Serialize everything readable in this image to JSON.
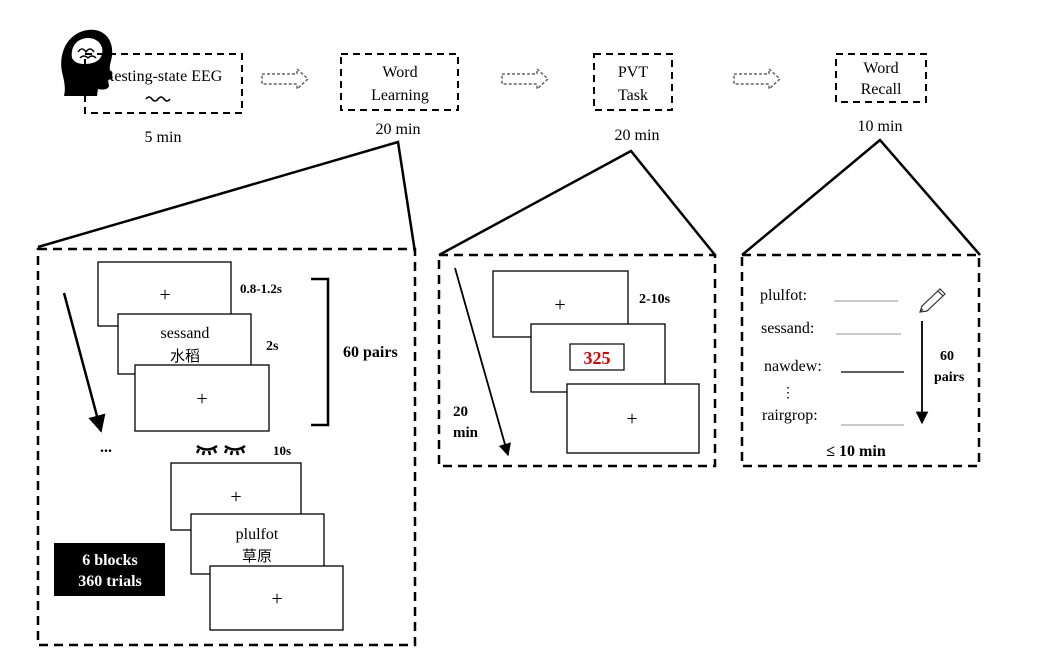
{
  "stages": [
    {
      "line1": "Resting-state EEG",
      "line2": "",
      "duration": "5 min"
    },
    {
      "line1": "Word",
      "line2": "Learning",
      "duration": "20 min"
    },
    {
      "line1": "PVT",
      "line2": "Task",
      "duration": "20 min"
    },
    {
      "line1": "Word",
      "line2": "Recall",
      "duration": "10 min"
    }
  ],
  "learning": {
    "fixation": "+",
    "fixation_time": "0.8-1.2s",
    "example_word_1": "sessand",
    "example_translation_1": "水稻",
    "word_time": "2s",
    "pairs": "60 pairs",
    "ellipsis": "...",
    "rest_time": "10s",
    "example_word_2": "plulfot",
    "example_translation_2": "草原",
    "blocks_line1": "6 blocks",
    "blocks_line2": "360 trials"
  },
  "pvt": {
    "fixation": "+",
    "interval": "2-10s",
    "number": "325",
    "number_color": "#e00000",
    "duration_line1": "20",
    "duration_line2": "min"
  },
  "recall": {
    "words": [
      "plulfot:",
      "sessand:",
      "nawdew:",
      "⋮",
      "rairgrop:"
    ],
    "pairs_line1": "60",
    "pairs_line2": "pairs",
    "limit": "≤ 10 min"
  },
  "icons": [
    "head-brain-icon",
    "dashed-arrow-icon",
    "closed-eye-icon",
    "pencil-icon"
  ]
}
